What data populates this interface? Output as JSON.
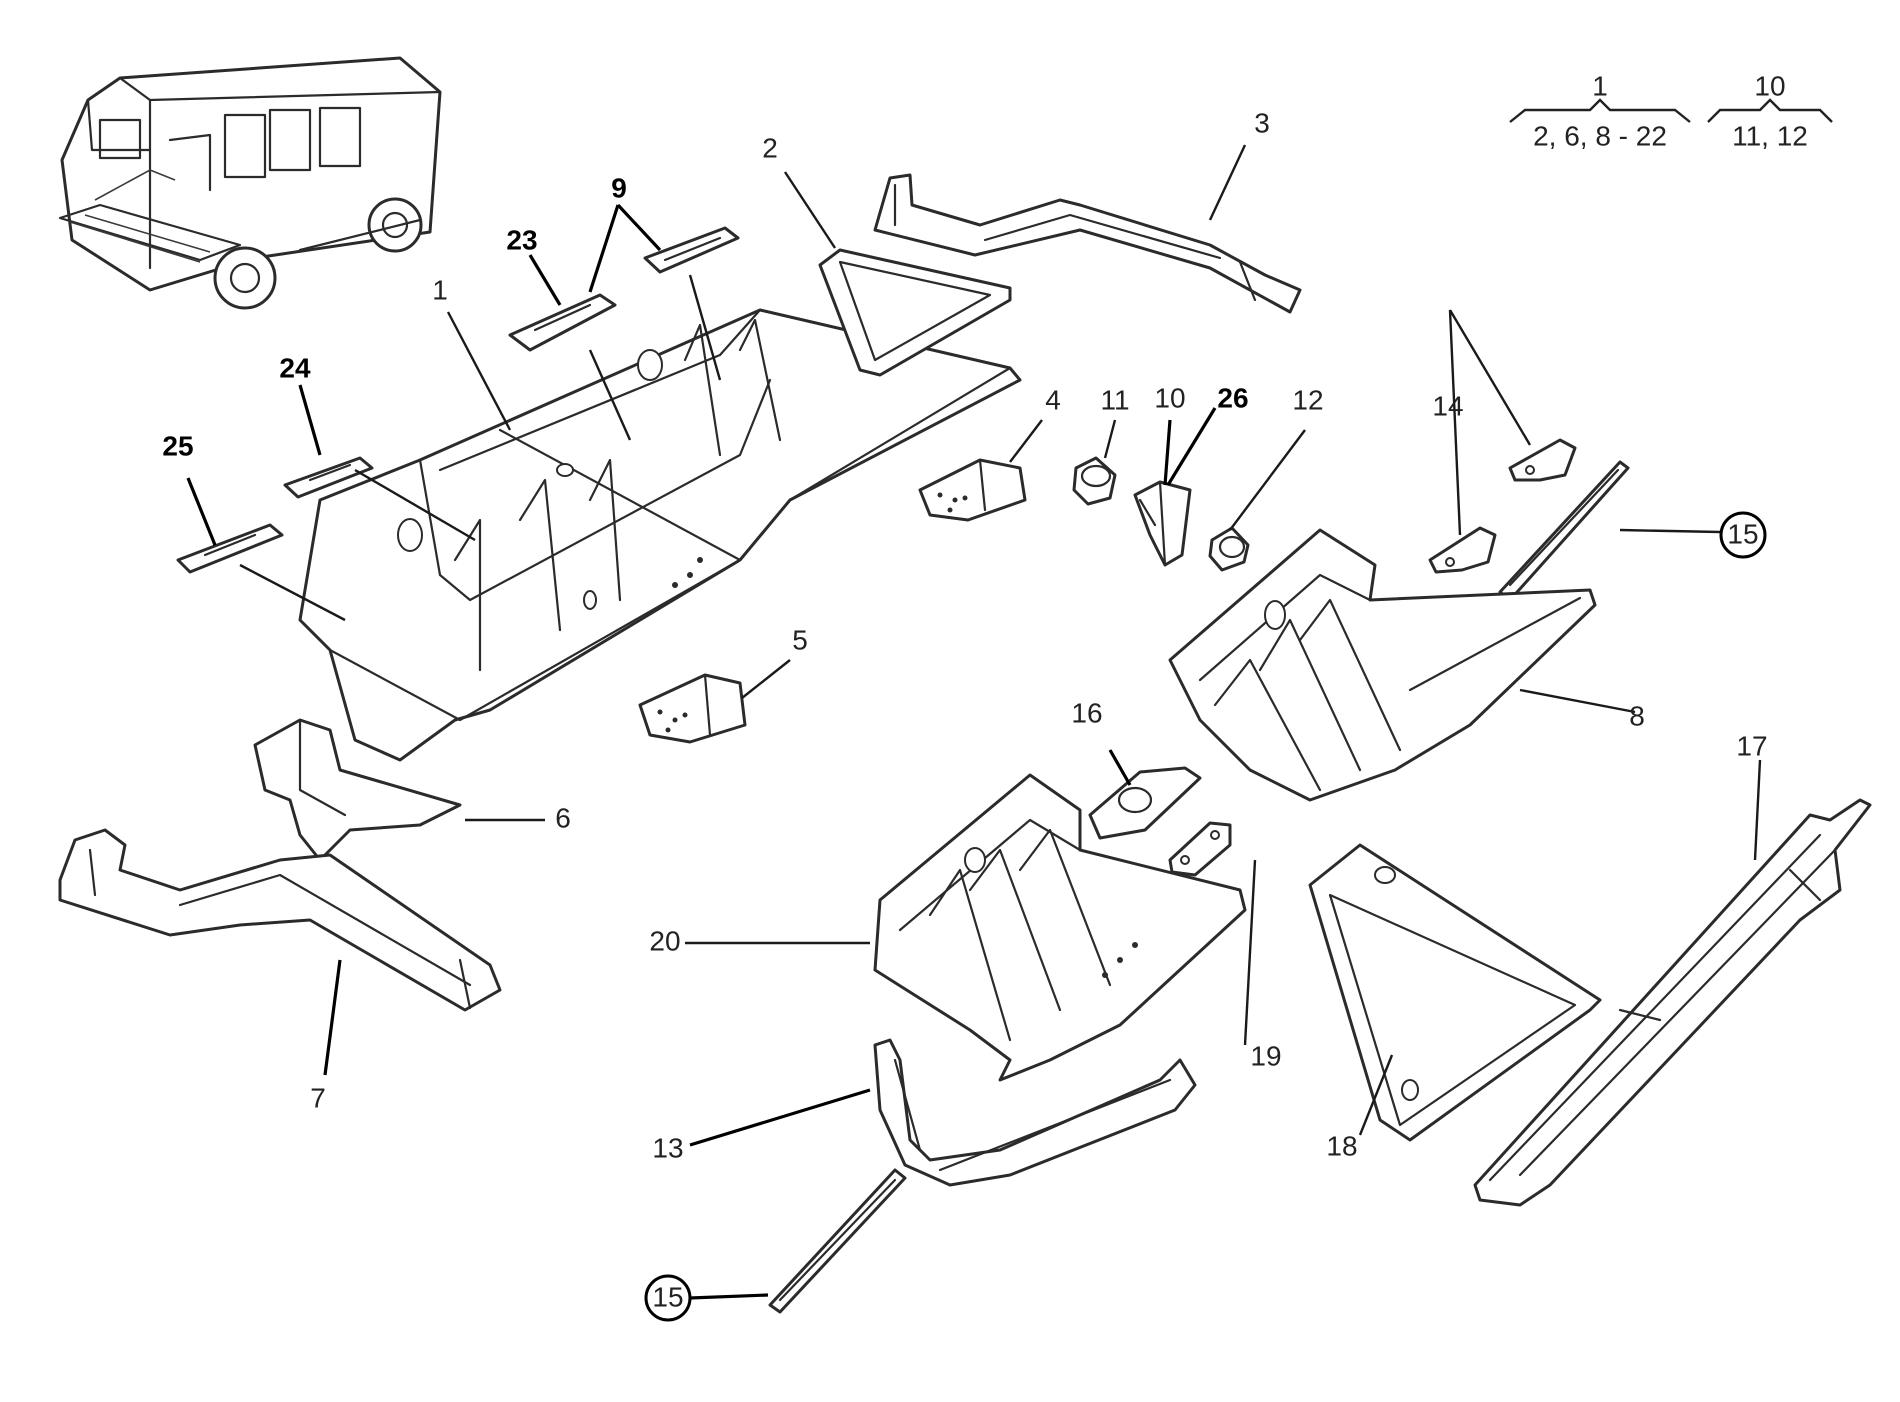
{
  "labels": {
    "l1": "1",
    "l2": "2",
    "l3": "3",
    "l4": "4",
    "l5": "5",
    "l6": "6",
    "l7": "7",
    "l8": "8",
    "l9": "9",
    "l10": "10",
    "l11": "11",
    "l12": "12",
    "l13": "13",
    "l14": "14",
    "l15a": "15",
    "l15b": "15",
    "l16": "16",
    "l17": "17",
    "l18": "18",
    "l19": "19",
    "l20": "20",
    "l23": "23",
    "l24": "24",
    "l25": "25",
    "l26": "26"
  },
  "legend": [
    {
      "parent": "1",
      "children": "2, 6, 8 - 22"
    },
    {
      "parent": "10",
      "children": "11, 12"
    }
  ],
  "colors": {
    "line": "#2b2b2b",
    "background": "#ffffff"
  }
}
